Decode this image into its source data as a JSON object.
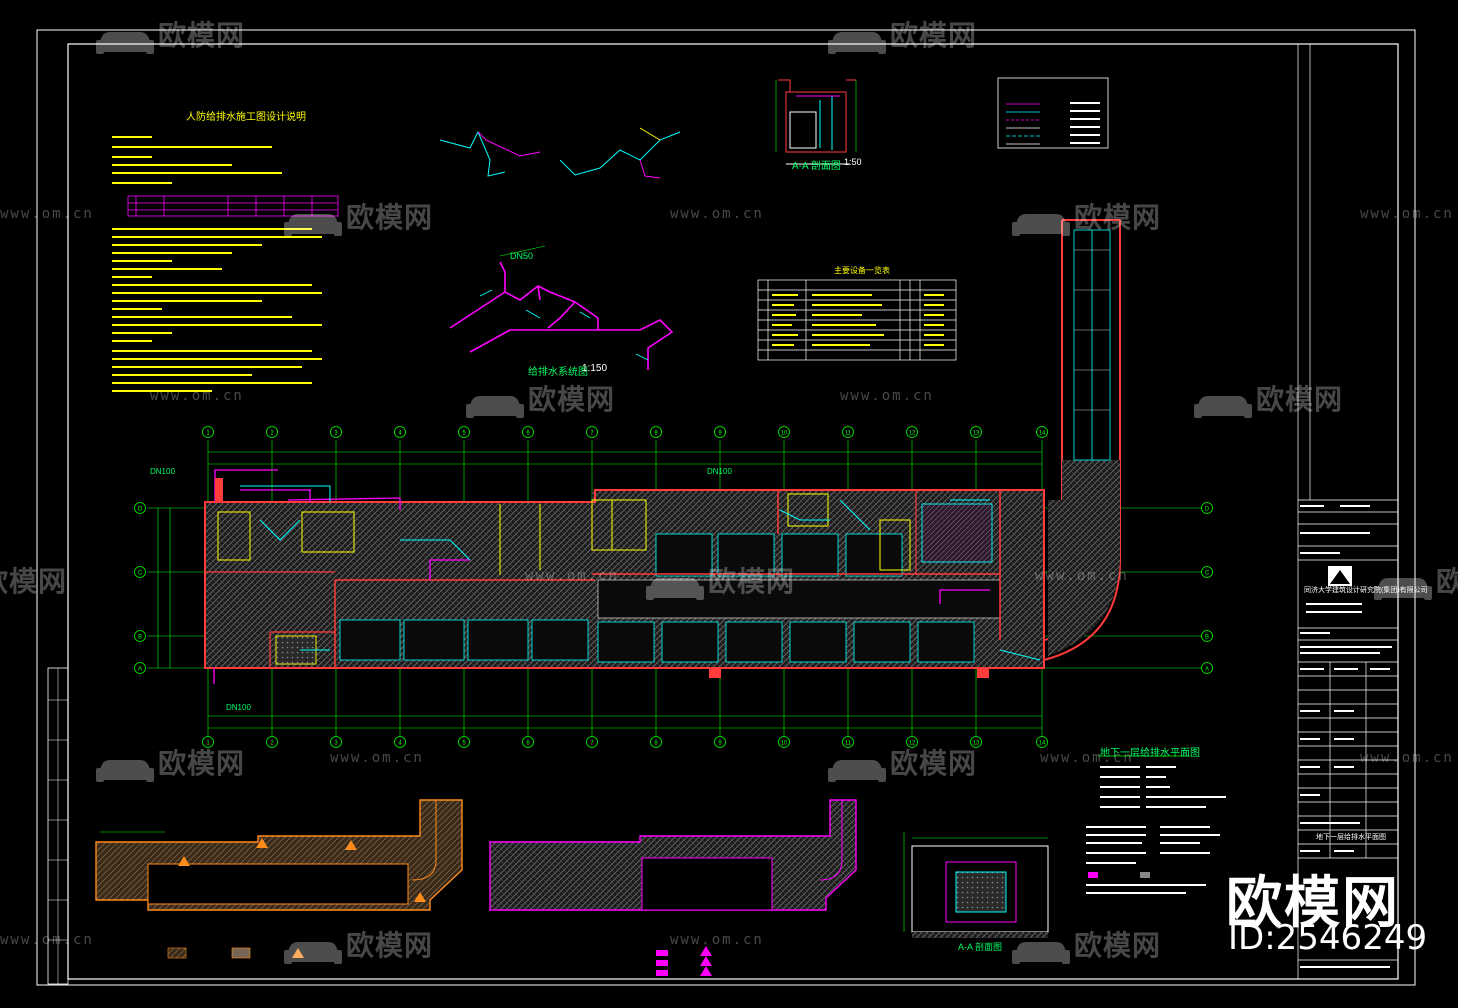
{
  "title_block": {
    "company": "同济大学建筑设计研究院(集团)有限公司",
    "drawing_name": "地下一层给排水平面图"
  },
  "drawings": {
    "design_notes_title": "人防给排水施工图设计说明",
    "iso_title": "给排水系统图",
    "iso_scale": "1:150",
    "iso_dn_label": "DN50",
    "section_aa_title": "A-A 剖面图",
    "section_aa_scale": "1:50",
    "main_plan_title": "地下一层给排水平面图",
    "lower_right_section_title": "A-A 剖面图",
    "left_inlet_label": "DN100",
    "bottom_inlet_label": "DN100",
    "center_inlet_label": "DN100",
    "table_title": "主要设备一览表"
  },
  "grid_axes": {
    "columns": [
      "1",
      "2",
      "3",
      "4",
      "5",
      "6",
      "7",
      "8",
      "9",
      "10",
      "11",
      "12",
      "13",
      "14"
    ],
    "rows": [
      "D",
      "C",
      "B",
      "A"
    ]
  },
  "watermark": {
    "text": "欧模网",
    "url": "www.om.cn"
  },
  "brand": {
    "text": "欧模网",
    "id": "ID:2546249"
  },
  "colors": {
    "background": "#000000",
    "frame": "#ffffff",
    "grid": "#00ff00",
    "wall": "#ff3b3b",
    "pipe_water": "#ff00ff",
    "pipe_drain": "#00ffff",
    "annotation": "#ffff00",
    "hatch": "#808080",
    "orange": "#ff8c1a"
  }
}
